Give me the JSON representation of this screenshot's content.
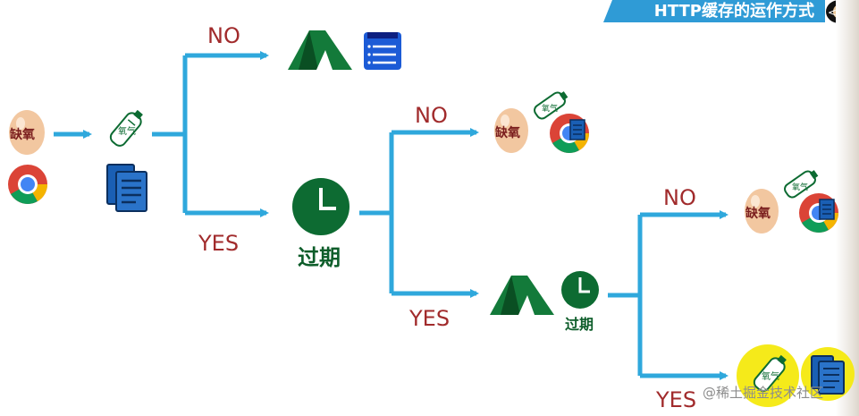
{
  "banner": {
    "title": "HTTP缓存的运作方式"
  },
  "labels": {
    "no_1": "NO",
    "yes_1": "YES",
    "no_2": "NO",
    "yes_2": "YES",
    "no_3": "NO",
    "yes_3": "YES"
  },
  "egg_text": "缺氧",
  "bottle_text": "氧气",
  "expired_text": "过期",
  "watermark": "@稀土掘金技术社区",
  "colors": {
    "arrow": "#2fa8dc",
    "label": "#a12b2c",
    "green": "#0d6b32",
    "doc_blue": "#1a5fb4",
    "highlight": "#f5ea1a",
    "banner": "#2f9bd6"
  },
  "icons": [
    "egg-icon",
    "chrome-icon",
    "oxygen-bottle-icon",
    "document-icon",
    "tent-icon",
    "server-icon",
    "clock-icon"
  ]
}
